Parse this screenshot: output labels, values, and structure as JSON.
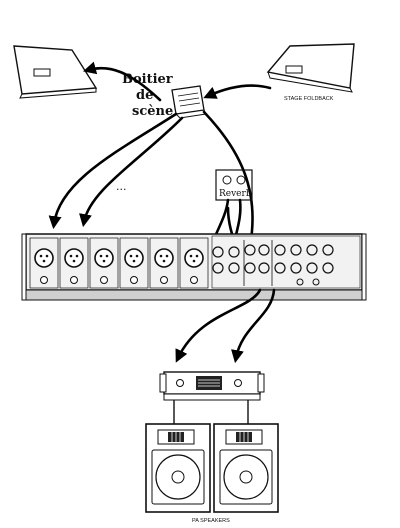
{
  "labels": {
    "stage_box_line1": "Boitier",
    "stage_box_line2": "de",
    "stage_box_line3": "scène",
    "stage_foldback": "STAGE FOLDBACK",
    "reverb": "Reverb",
    "ellipsis": "...",
    "pa_speakers": "PA SPEAKERS"
  },
  "mixer": {
    "input_channels": 6
  },
  "colors": {
    "ink": "#111111",
    "mixer_face": "#f2f2f2",
    "mixer_lip": "#cfcfcf",
    "background": "#ffffff"
  }
}
